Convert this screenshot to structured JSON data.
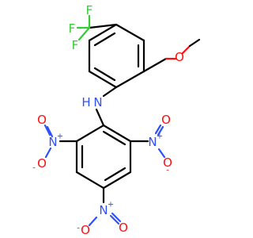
{
  "molecule": {
    "colors": {
      "carbon": "#000000",
      "nitrogen": "#3050f8",
      "oxygen": "#ff0d0d",
      "fluorine": "#33cc33"
    },
    "atom_labels": {
      "f1": "F",
      "f2": "F",
      "f3": "F",
      "o_methoxy": "O",
      "nh": "N",
      "h": "H",
      "n_nitro_left": "N",
      "n_nitro_right": "N",
      "n_nitro_bottom": "N",
      "o_left_top": "O",
      "o_left_bottom": "O",
      "o_right_top": "O",
      "o_right_bottom": "O",
      "o_bottom_left": "O",
      "o_bottom_right": "O"
    },
    "charges": {
      "plus": "+",
      "minus": "-"
    }
  }
}
